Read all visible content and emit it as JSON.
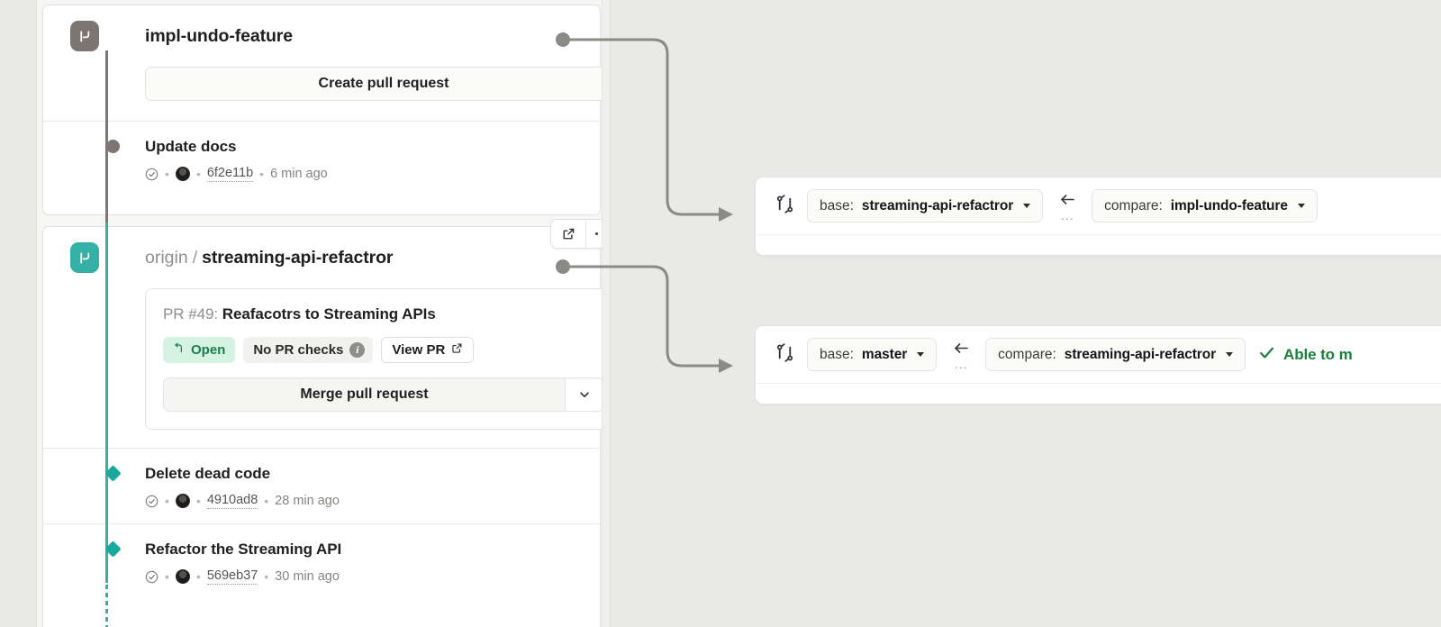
{
  "theme": {
    "app_background": "#e9e9e7",
    "panel_background": "#f6f6f5",
    "card_background": "#ffffff",
    "branch_gray": "#7c7571",
    "branch_teal": "#35b0a7",
    "open_badge_bg": "#d6f2e2",
    "open_badge_text": "#1a7f4b",
    "merge_ok_green": "#1a7f3c",
    "connector_gray": "#8a8a86"
  },
  "left_panel": {
    "branches": [
      {
        "badge_icon": "git-branch-icon",
        "badge_color": "gray",
        "remote": "",
        "name": "impl-undo-feature",
        "action_button": "Create pull request",
        "commits": [
          {
            "title": "Update docs",
            "status_icon": "check-circle-icon",
            "avatar_icon": "avatar",
            "hash": "6f2e11b",
            "time": "6 min ago",
            "node": "round"
          }
        ]
      },
      {
        "badge_icon": "git-branch-icon",
        "badge_color": "teal",
        "remote": "origin",
        "separator": "/",
        "name": "streaming-api-refactror",
        "pull_request": {
          "number_label": "PR #49:",
          "title": "Reafacotrs to Streaming APIs",
          "state_badge": "Open",
          "state_icon": "pull-request-icon",
          "checks_badge": "No PR checks",
          "checks_info_icon": "info-icon",
          "view_pr_label": "View PR",
          "view_pr_icon": "external-link-icon",
          "merge_button": "Merge pull request",
          "merge_caret_icon": "chevron-down-icon"
        },
        "commits": [
          {
            "title": "Delete dead code",
            "status_icon": "check-circle-icon",
            "avatar_icon": "avatar",
            "hash": "4910ad8",
            "time": "28 min ago",
            "node": "diamond"
          },
          {
            "title": "Refactor the Streaming API",
            "status_icon": "check-circle-icon",
            "avatar_icon": "avatar",
            "hash": "569eb37",
            "time": "30 min ago",
            "node": "diamond"
          }
        ]
      }
    ],
    "floating_actions": {
      "open_external_icon": "external-link-icon",
      "more_icon": "more-horizontal-icon"
    }
  },
  "compare_panels": [
    {
      "compare_icon": "git-compare-icon",
      "base_label": "base:",
      "base_value": "streaming-api-refactror",
      "swap_icon": "arrow-left-icon",
      "swap_dots": "...",
      "compare_label": "compare:",
      "compare_value": "impl-undo-feature",
      "status_text": "",
      "status_icon": ""
    },
    {
      "compare_icon": "git-compare-icon",
      "base_label": "base:",
      "base_value": "master",
      "swap_icon": "arrow-left-icon",
      "swap_dots": "...",
      "compare_label": "compare:",
      "compare_value": "streaming-api-refactror",
      "status_icon": "check-icon",
      "status_text": "Able to m"
    }
  ]
}
